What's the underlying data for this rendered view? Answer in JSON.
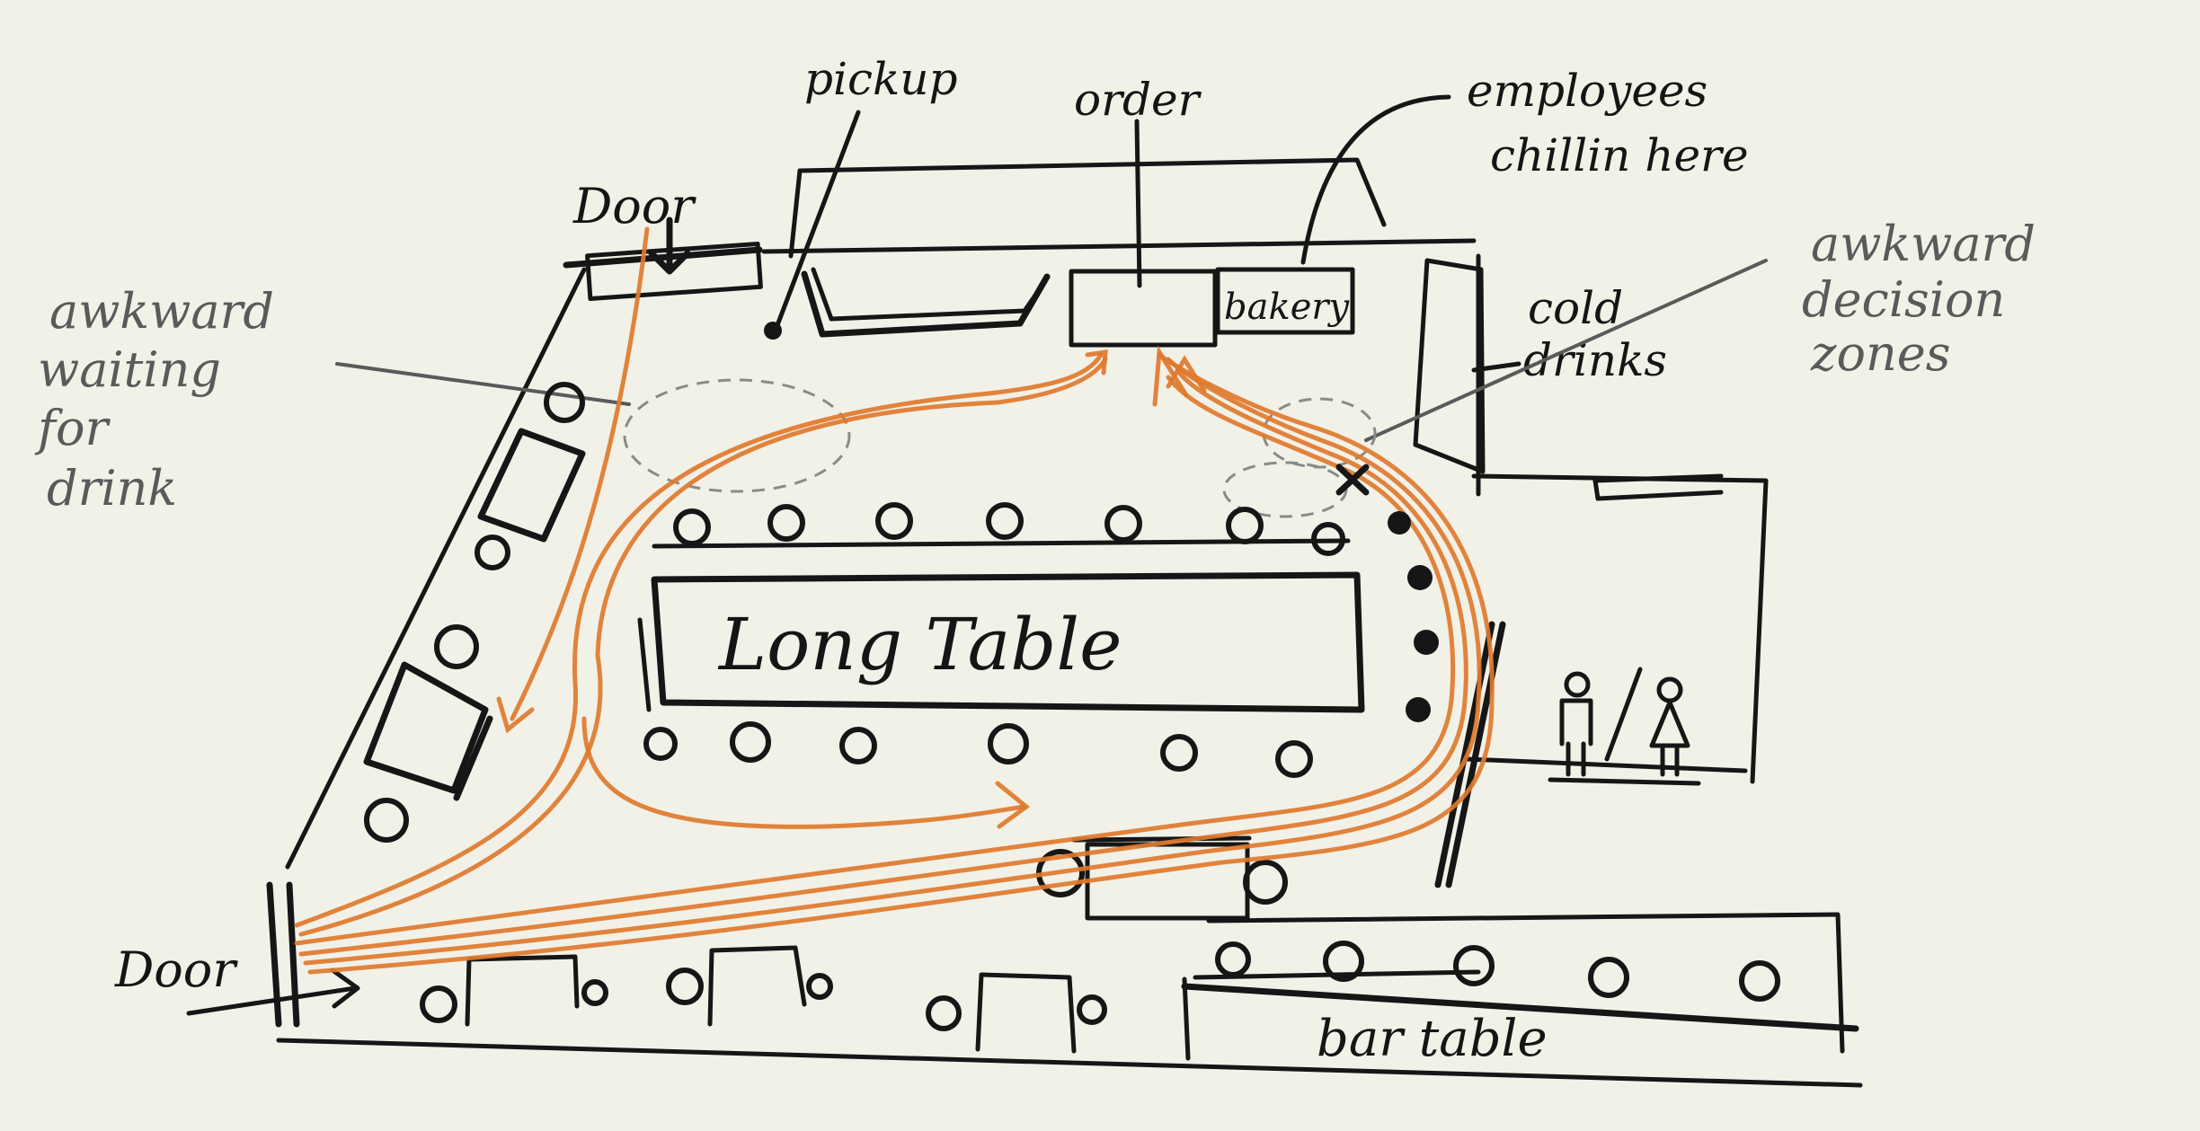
{
  "labels": {
    "door_top": "Door",
    "door_left": "Door",
    "pickup": "pickup",
    "order": "order",
    "employees": "employees",
    "employees_line2": "chillin here",
    "bakery": "bakery",
    "cold_drinks_line1": "cold",
    "cold_drinks_line2": "drinks",
    "awkward_waiting": [
      "awkward",
      "waiting",
      "for",
      "drink"
    ],
    "awkward_decision": [
      "awkward",
      "decision",
      "zones"
    ],
    "long_table": "Long Table",
    "bar_table": "bar table"
  },
  "colors": {
    "ink": "#161616",
    "flow": "#e07a2c",
    "pencil": "#5a5a5a",
    "paper": "#f1f1e8"
  },
  "icons": [
    "restroom-man-icon",
    "restroom-woman-icon"
  ]
}
